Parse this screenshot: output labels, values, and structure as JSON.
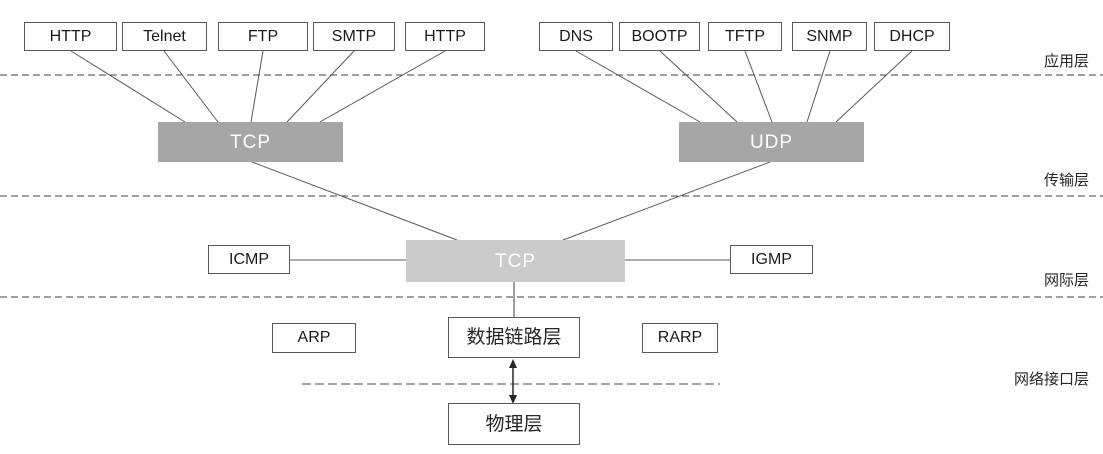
{
  "diagram": {
    "app_tcp": [
      "HTTP",
      "Telnet",
      "FTP",
      "SMTP",
      "HTTP"
    ],
    "app_udp": [
      "DNS",
      "BOOTP",
      "TFTP",
      "SNMP",
      "DHCP"
    ],
    "transport": {
      "tcp": "TCP",
      "udp": "UDP"
    },
    "internet": {
      "ip": "TCP",
      "icmp": "ICMP",
      "igmp": "IGMP"
    },
    "link": {
      "arp": "ARP",
      "rarp": "RARP",
      "datalink": "数据链路层",
      "physical": "物理层"
    },
    "layer_labels": [
      "应用层",
      "传输层",
      "网际层",
      "网络接口层"
    ],
    "colors": {
      "transport_box_fill": "#a6a6a6",
      "internet_box_fill": "#cbcbcb",
      "box_border": "#595959",
      "connector_line": "#595959",
      "layer_dashed_line": "#404040",
      "inner_dashed_line": "#a6a6a6",
      "arrow": "#262626",
      "text_dark": "#1a1a1a",
      "text_white": "#ffffff"
    }
  }
}
